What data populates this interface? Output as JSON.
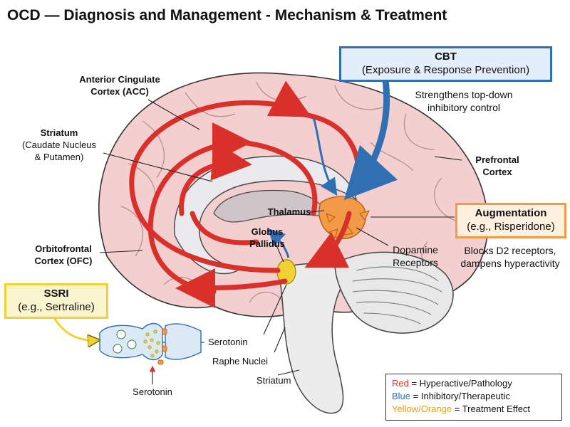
{
  "title": "OCD — Diagnosis and Management - Mechanism & Treatment",
  "cbt": {
    "heading": "CBT",
    "sub": "(Exposure & Response Prevention)",
    "note_1": "Strengthens top-down",
    "note_2": "inhibitory control"
  },
  "augmentation": {
    "heading": "Augmentation",
    "sub": "(e.g., Risperidone)",
    "note_1": "Blocks D2 receptors,",
    "note_2": "dampens hyperactivity"
  },
  "ssri": {
    "heading": "SSRI",
    "sub": "(e.g., Sertraline)"
  },
  "labels": {
    "acc_1": "Anterior Cingulate",
    "acc_2": "Cortex (ACC)",
    "striatum_1": "Striatum",
    "striatum_2": "(Caudate Nucleus",
    "striatum_3": "& Putamen)",
    "pfc_1": "Prefrontal",
    "pfc_2": "Cortex",
    "thalamus": "Thalamus",
    "gp_1": "Globus",
    "gp_2": "Pallidus",
    "dopamine_1": "Dopamine",
    "dopamine_2": "Receptors",
    "ofc_1": "Orbitofrontal",
    "ofc_2": "Cortex (OFC)",
    "serotonin_right": "Serotonin",
    "raphe": "Raphe Nuclei",
    "striatum_bottom": "Striatum",
    "serotonin_bottom": "Serotonin"
  },
  "legend": {
    "red_word": "Red",
    "red_text": " = Hyperactive/Pathology",
    "blue_word": "Blue",
    "blue_text": " = Inhibitory/Therapeutic",
    "yellow_word": "Yellow/Orange",
    "yellow_text": " = Treatment Effect"
  },
  "colors": {
    "red": "#d9302a",
    "blue": "#2f6fb2",
    "yellow": "#f0d330",
    "orange": "#f29a45",
    "brain_pink": "#f3cfd0"
  }
}
